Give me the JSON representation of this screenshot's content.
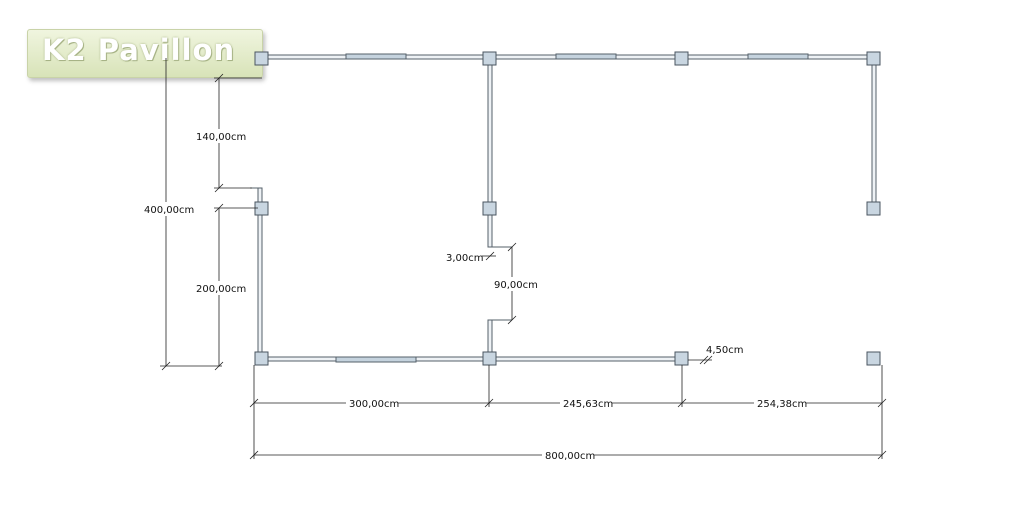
{
  "logo": {
    "text": "K2 Pavillon"
  },
  "dimensions": {
    "d_140": "140,00cm",
    "d_400": "400,00cm",
    "d_200": "200,00cm",
    "d_3": "3,00cm",
    "d_90": "90,00cm",
    "d_450": "4,50cm",
    "d_300": "300,00cm",
    "d_24563": "245,63cm",
    "d_25438": "254,38cm",
    "d_800": "800,00cm"
  },
  "colors": {
    "post_fill": "#c9d6e1",
    "post_stroke": "#4a5560",
    "wall": "#55606a",
    "window": "#c5d3de"
  }
}
